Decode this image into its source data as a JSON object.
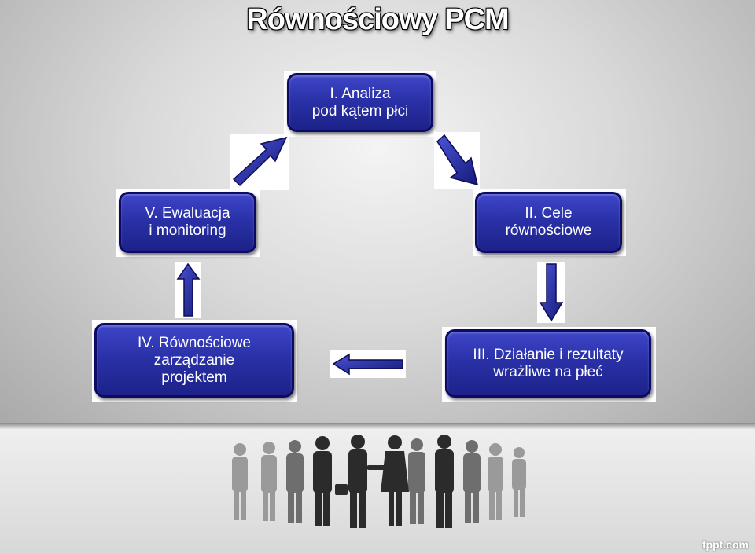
{
  "title": "Równościowy PCM",
  "nodes": [
    {
      "id": "analysis",
      "label": "I. Analiza\npod kątem płci"
    },
    {
      "id": "goals",
      "label": "II. Cele\nrównościowe"
    },
    {
      "id": "actions",
      "label": "III. Działanie i rezultaty\nwrażliwe na płeć"
    },
    {
      "id": "management",
      "label": "IV. Równościowe\nzarządzanie\nprojektem"
    },
    {
      "id": "evaluation",
      "label": "V. Ewaluacja\ni monitoring"
    }
  ],
  "edges": [
    {
      "from": "analysis",
      "to": "goals"
    },
    {
      "from": "goals",
      "to": "actions"
    },
    {
      "from": "actions",
      "to": "management"
    },
    {
      "from": "management",
      "to": "evaluation"
    },
    {
      "from": "evaluation",
      "to": "analysis"
    }
  ],
  "colors": {
    "node_fill": "#2a31a8",
    "node_border": "#0b0b66",
    "title": "#ffffff"
  },
  "footer": {
    "credit": "fppt.com"
  },
  "decoration": {
    "people_image": "business-people-silhouettes"
  }
}
